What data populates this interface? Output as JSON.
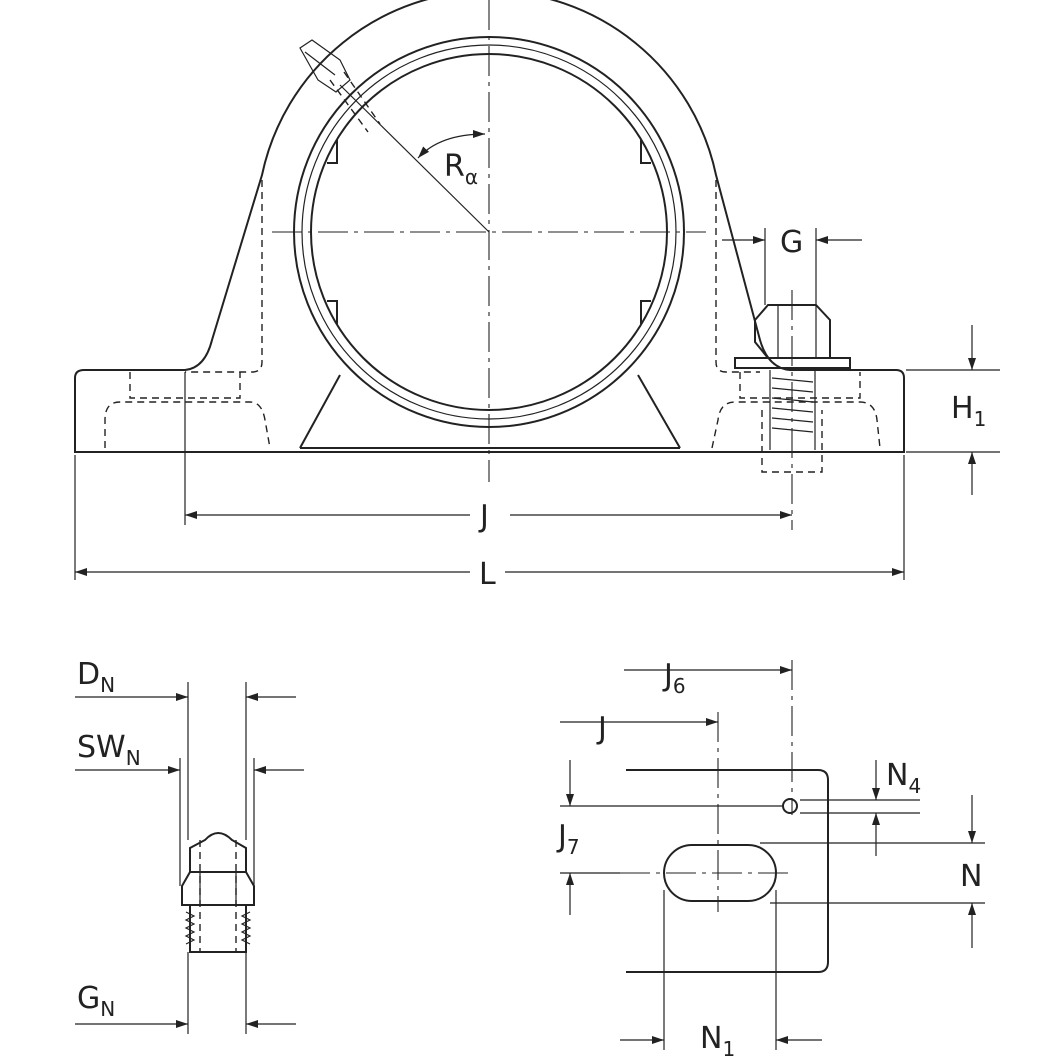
{
  "labels": {
    "ralpha": {
      "main": "R",
      "sub": "α"
    },
    "g": {
      "main": "G"
    },
    "h1": {
      "main": "H",
      "sub": "1"
    },
    "j_main": {
      "main": "J"
    },
    "l": {
      "main": "L"
    },
    "dn": {
      "main": "D",
      "sub": "N"
    },
    "swn": {
      "main": "SW",
      "sub": "N"
    },
    "gn": {
      "main": "G",
      "sub": "N"
    },
    "j6": {
      "main": "J",
      "sub": "6"
    },
    "j_detail": {
      "main": "J"
    },
    "j7": {
      "main": "J",
      "sub": "7"
    },
    "n4": {
      "main": "N",
      "sub": "4"
    },
    "n": {
      "main": "N"
    },
    "n1": {
      "main": "N",
      "sub": "1"
    }
  }
}
